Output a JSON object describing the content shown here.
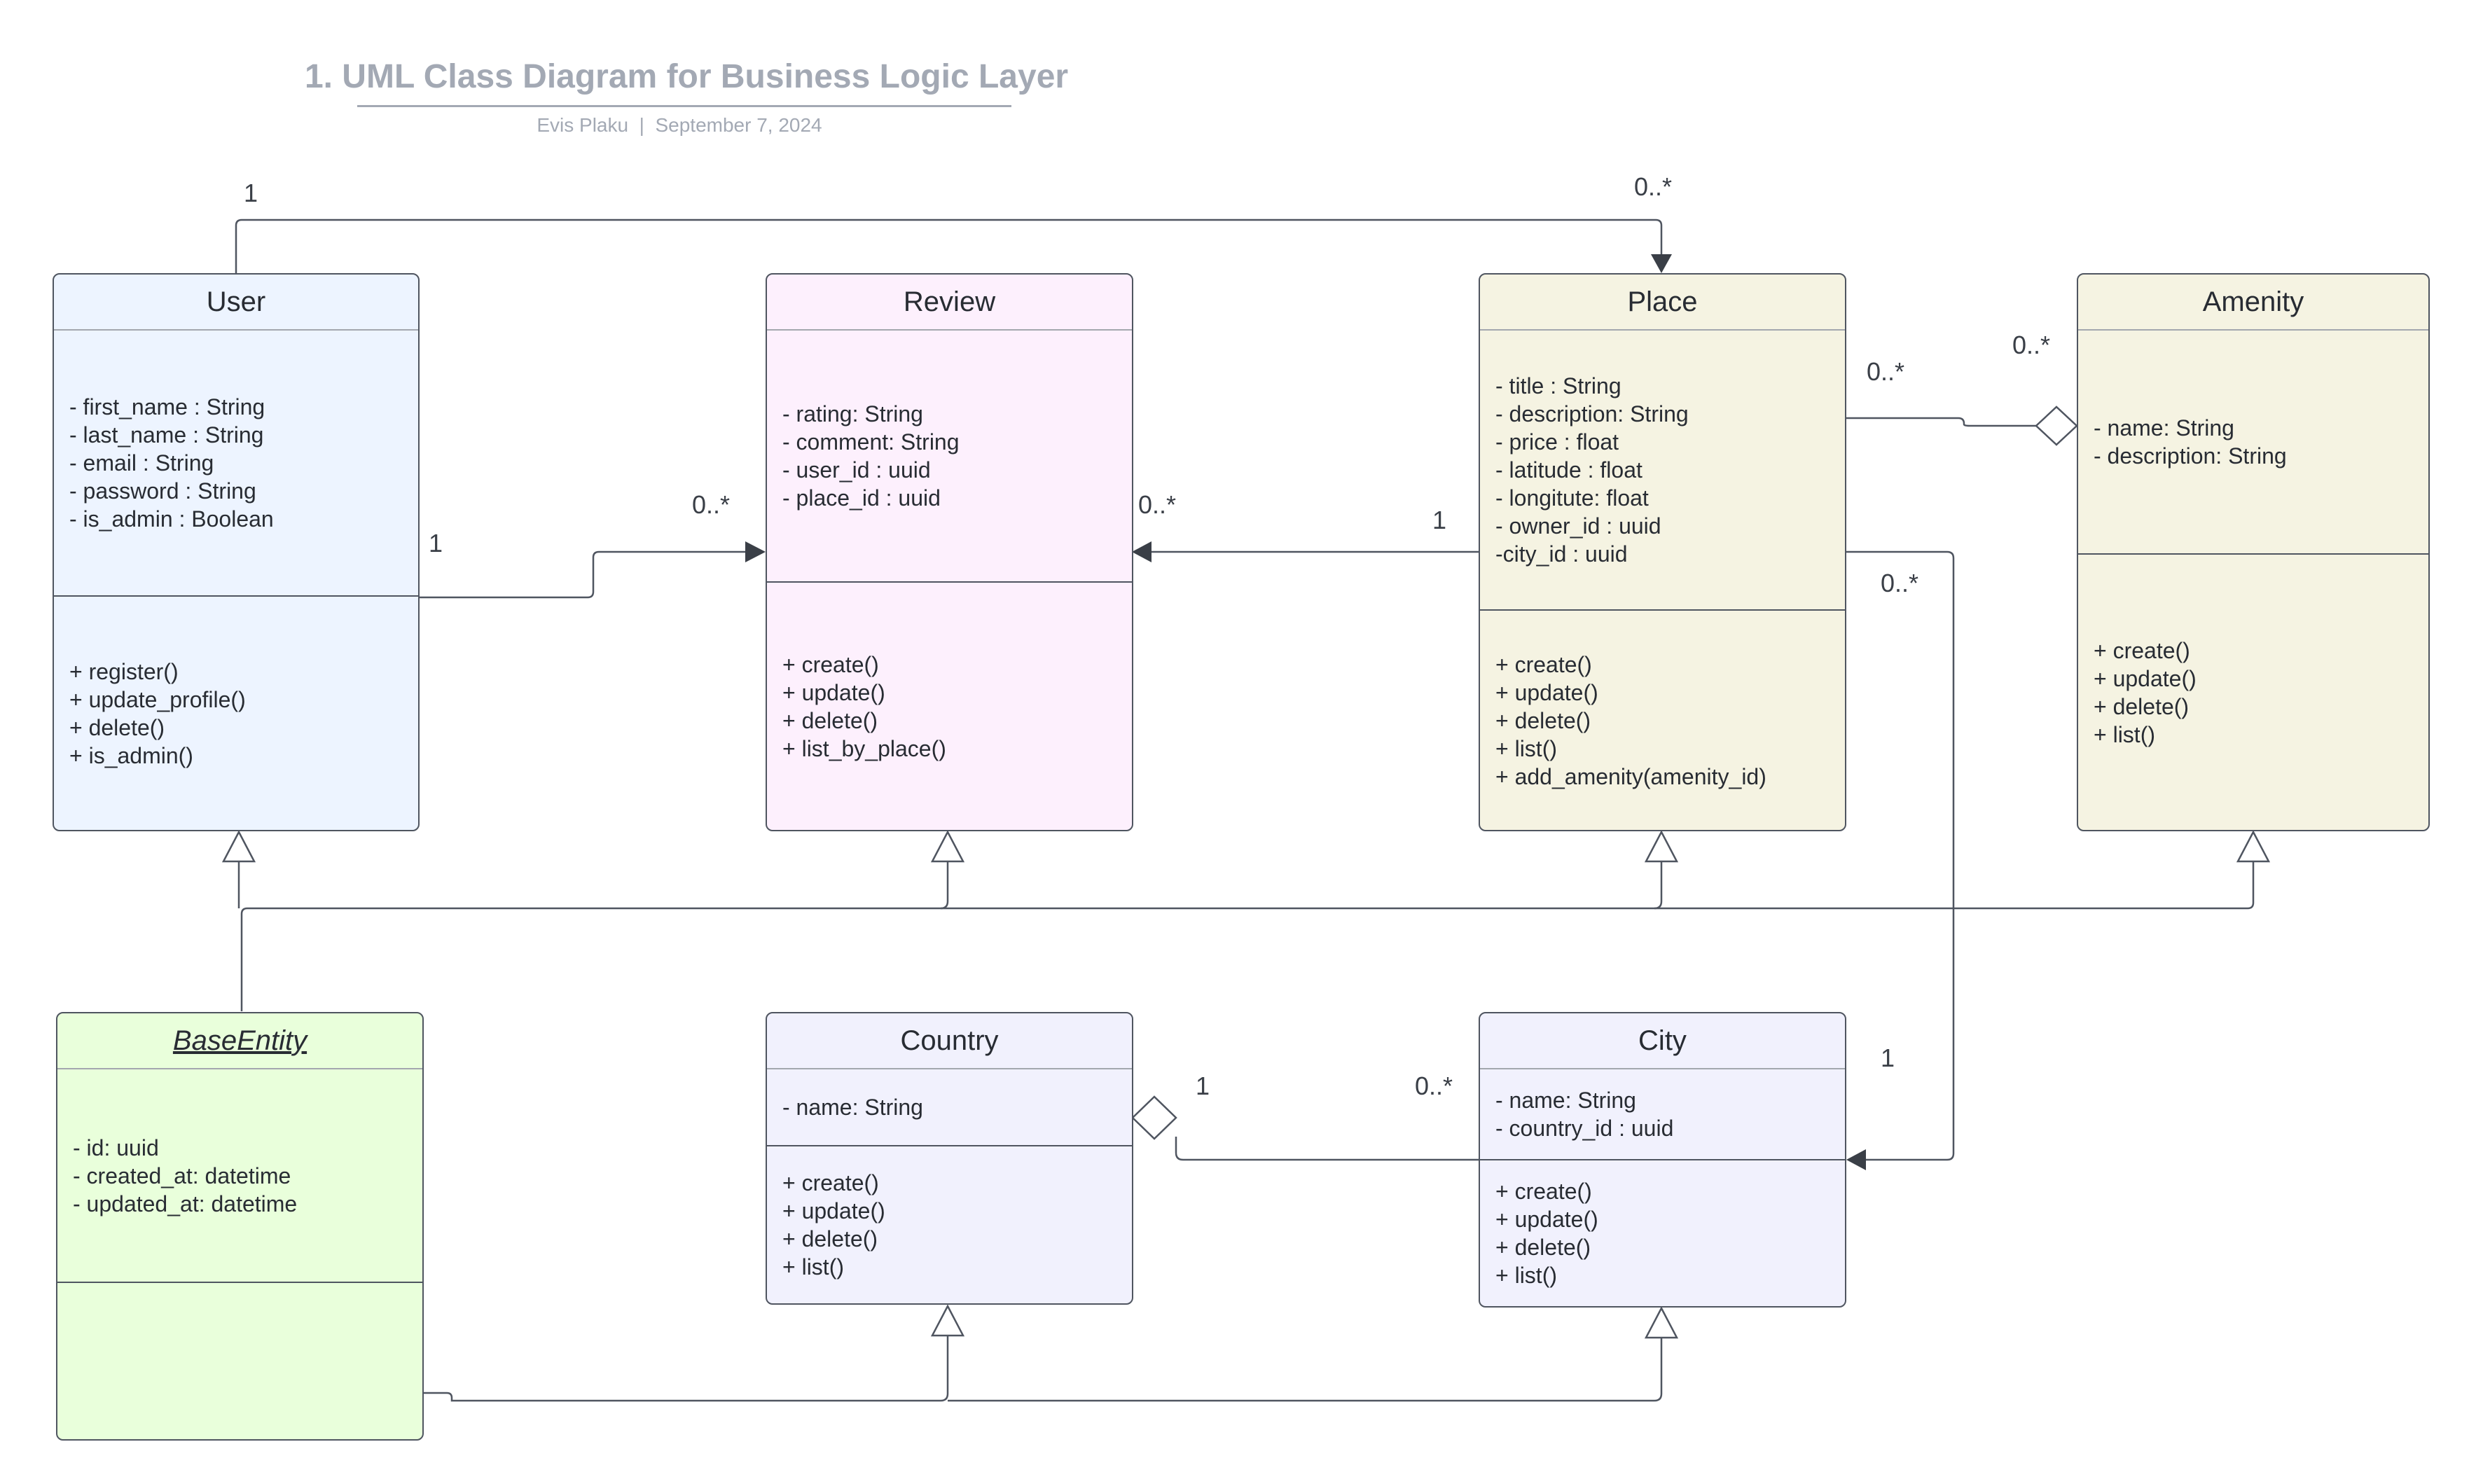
{
  "header": {
    "title": "1. UML Class Diagram for Business Logic Layer",
    "subtitle": "Evis Plaku  |  September 7, 2024"
  },
  "colors": {
    "user": "#edf4ff",
    "review": "#fdf0fd",
    "place": "#f5f3e2",
    "amenity": "#f5f3e2",
    "base_entity": "#e9ffdb",
    "country": "#f1f1fd",
    "city": "#f1f1fd",
    "line": "#4f5560",
    "title": "#a3a9b4"
  },
  "classes": {
    "user": {
      "name": "User",
      "attributes": [
        "- first_name : String",
        "- last_name : String",
        "- email : String",
        "- password : String",
        "- is_admin : Boolean"
      ],
      "methods": [
        "+ register()",
        "+ update_profile()",
        "+ delete()",
        "+ is_admin()"
      ]
    },
    "review": {
      "name": "Review",
      "attributes": [
        "- rating: String",
        "- comment: String",
        "- user_id : uuid",
        "- place_id : uuid"
      ],
      "methods": [
        "+ create()",
        "+ update()",
        "+ delete()",
        "+ list_by_place()"
      ]
    },
    "place": {
      "name": "Place",
      "attributes": [
        "- title : String",
        "- description: String",
        "- price : float",
        "- latitude : float",
        "- longitute: float",
        "- owner_id : uuid",
        "-city_id : uuid"
      ],
      "methods": [
        "+ create()",
        "+ update()",
        "+ delete()",
        "+ list()",
        "+ add_amenity(amenity_id)"
      ]
    },
    "amenity": {
      "name": "Amenity",
      "attributes": [
        "- name: String",
        "- description: String"
      ],
      "methods": [
        "+ create()",
        "+ update()",
        "+ delete()",
        "+ list()"
      ]
    },
    "base_entity": {
      "name": "BaseEntity",
      "attributes": [
        "- id: uuid",
        "- created_at: datetime",
        "- updated_at: datetime"
      ],
      "methods": []
    },
    "country": {
      "name": "Country",
      "attributes": [
        "- name: String"
      ],
      "methods": [
        "+ create()",
        "+ update()",
        "+ delete()",
        "+ list()"
      ]
    },
    "city": {
      "name": "City",
      "attributes": [
        "- name: String",
        "- country_id : uuid"
      ],
      "methods": [
        "+ create()",
        "+ update()",
        "+ delete()",
        "+ list()"
      ]
    }
  },
  "multiplicities": {
    "user_place_user": "1",
    "user_place_place": "0..*",
    "user_review_user": "1",
    "user_review_review": "0..*",
    "place_review_review": "0..*",
    "place_review_place": "1",
    "place_amenity_place": "0..*",
    "place_amenity_amenity": "0..*",
    "place_city_place": "0..*",
    "place_city_city": "1",
    "country_city_country": "1",
    "country_city_city": "0..*"
  }
}
